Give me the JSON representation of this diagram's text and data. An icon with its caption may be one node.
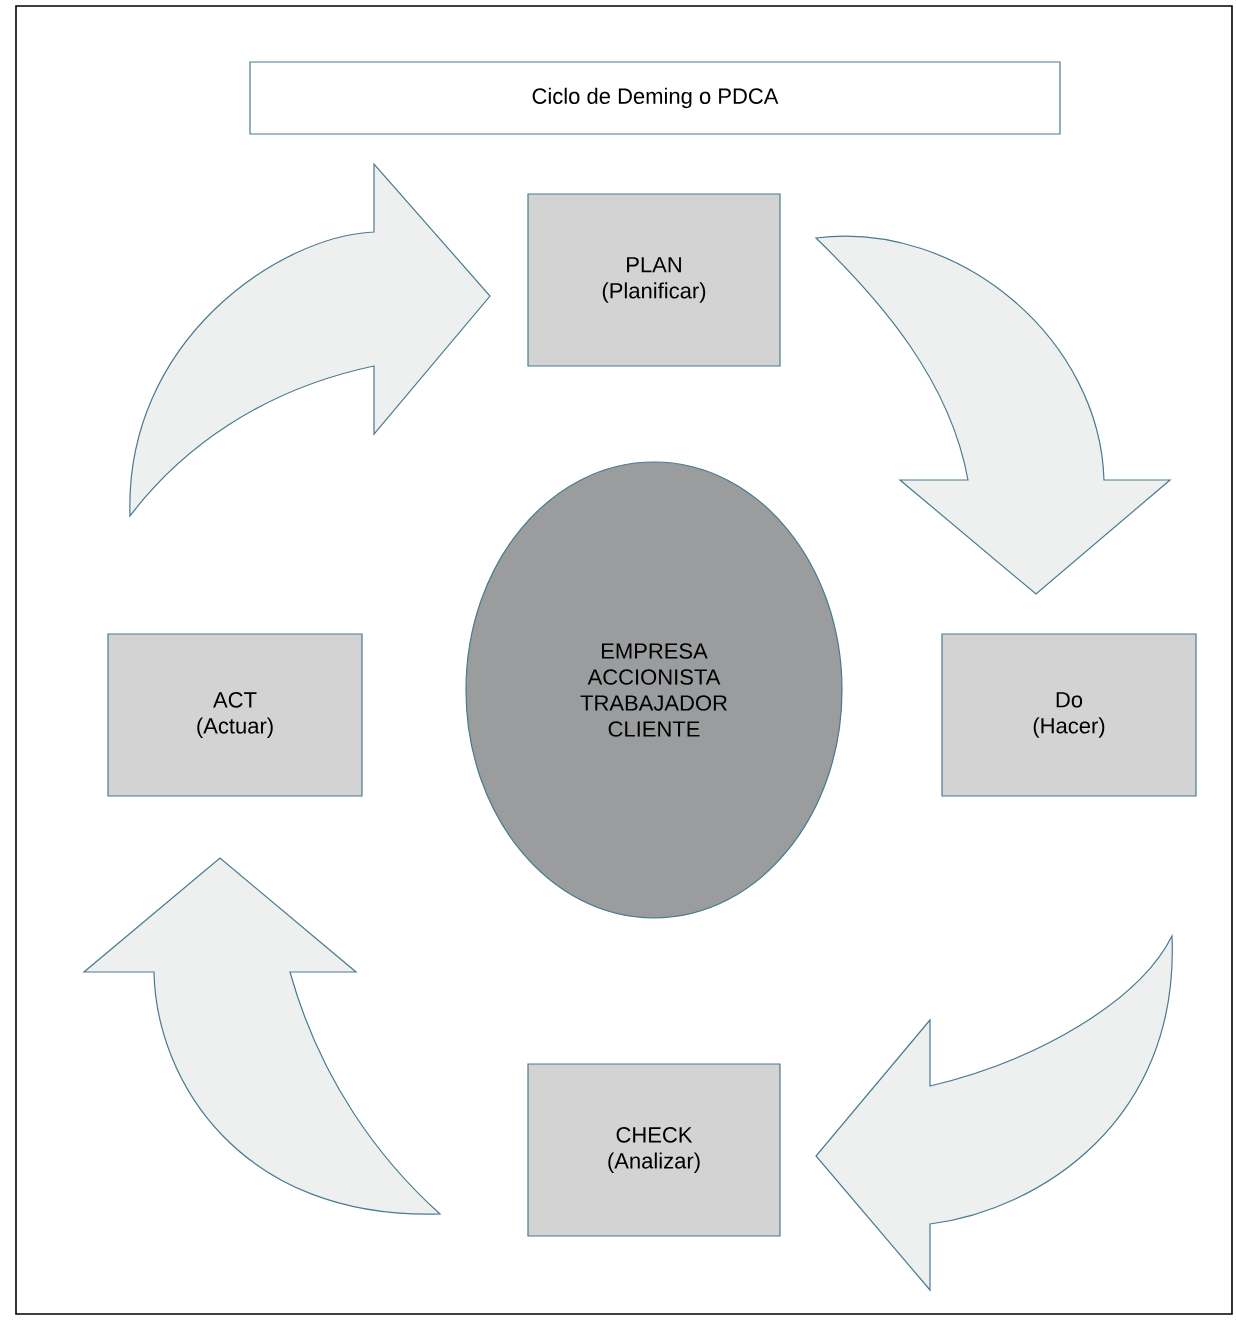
{
  "diagram": {
    "title": "Ciclo de Deming o PDCA",
    "nodes": [
      {
        "text": [
          "PLAN",
          "(Planificar)"
        ]
      },
      {
        "text": [
          "ACT",
          "(Actuar)"
        ]
      },
      {
        "text": [
          "EMPRESA ACCIONISTA TRABAJADOR CLIENTE"
        ]
      },
      {
        "text": [
          "Do",
          "(Hacer)"
        ]
      },
      {
        "text": [
          "CHECK",
          "(Analizar)"
        ]
      }
    ],
    "edges": [
      {
        "from": 1,
        "to": 0,
        "arrow": "to"
      },
      {
        "from": 0,
        "to": 3,
        "arrow": "to"
      },
      {
        "from": 3,
        "to": 4,
        "arrow": "to"
      },
      {
        "from": 4,
        "to": 1,
        "arrow": "to"
      }
    ]
  }
}
